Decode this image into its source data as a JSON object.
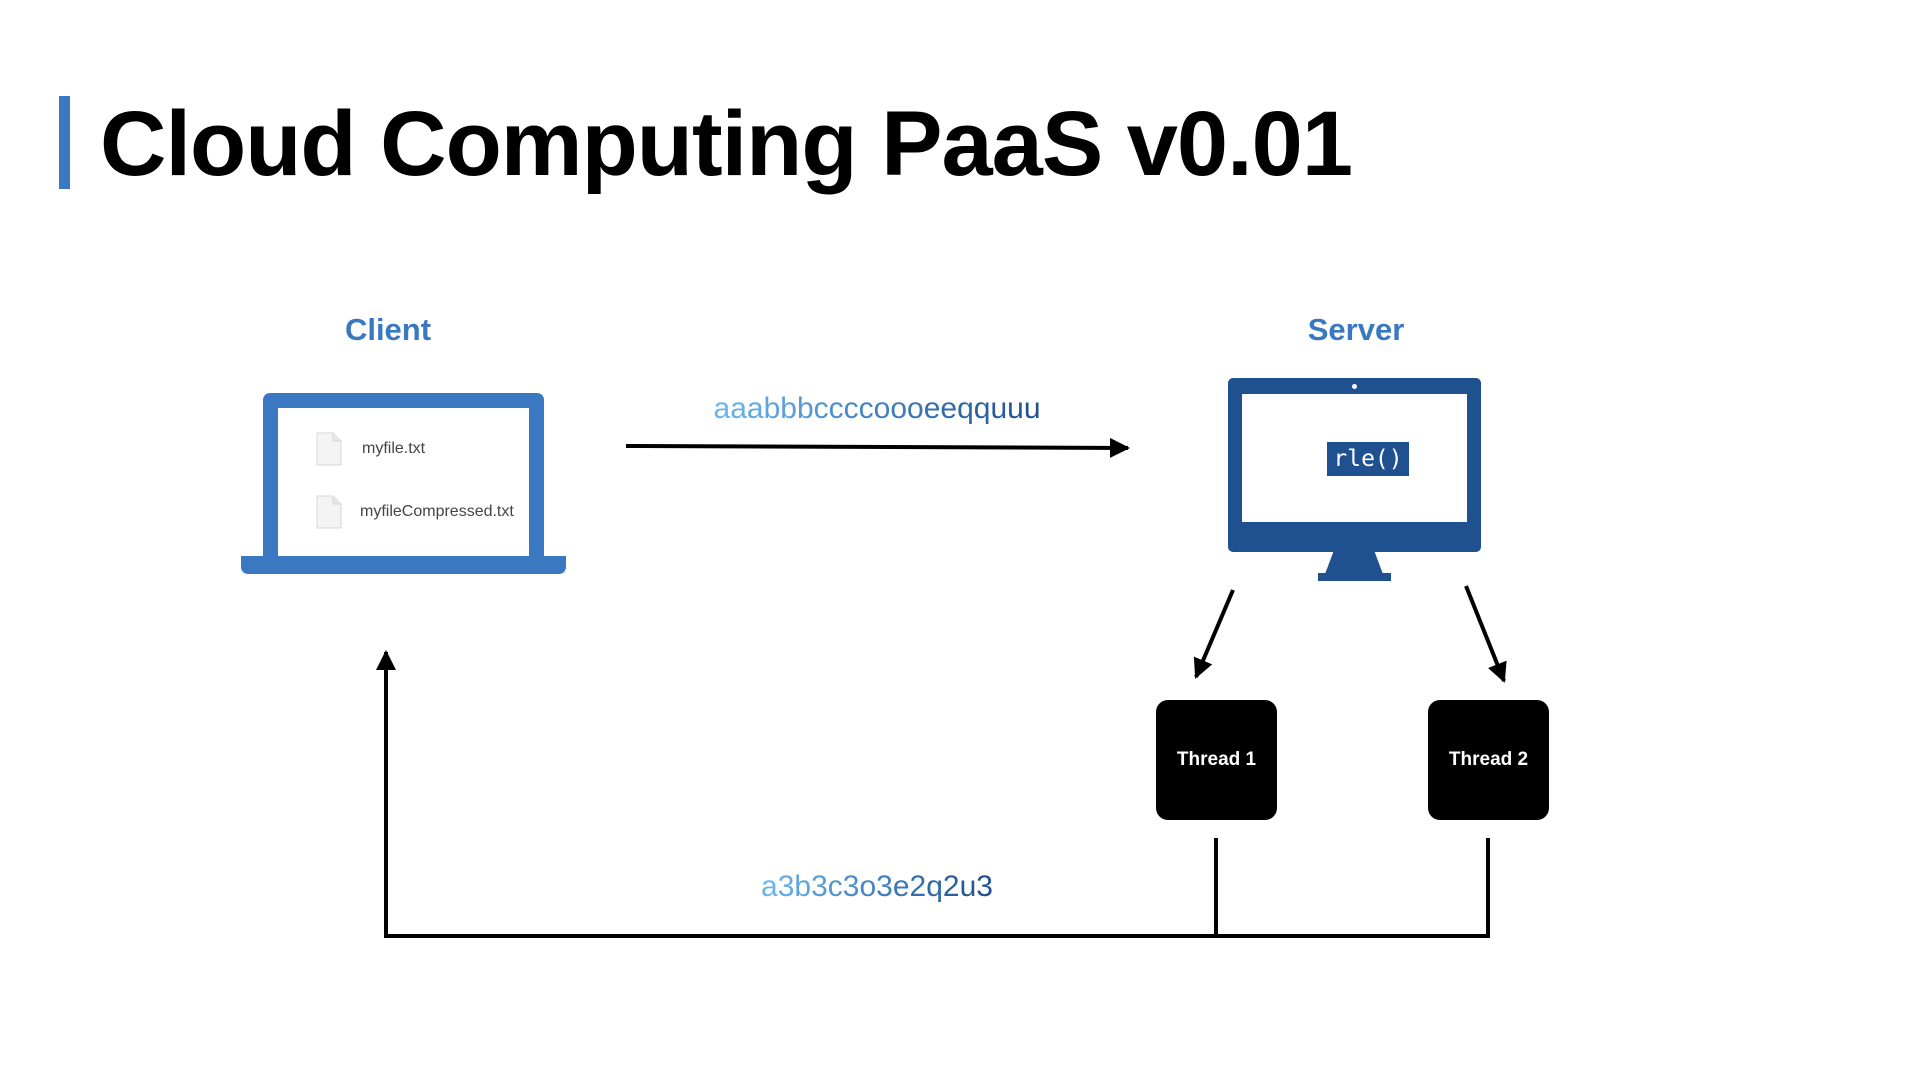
{
  "title": "Cloud Computing PaaS v0.01",
  "client": {
    "label": "Client",
    "files": [
      {
        "name": "myfile.txt"
      },
      {
        "name": "myfileCompressed.txt"
      }
    ]
  },
  "server": {
    "label": "Server",
    "function": "rle()"
  },
  "request_string": "aaabbbccccoooeeqquuu",
  "response_string": "a3b3c3o3e2q2u3",
  "threads": [
    "Thread 1",
    "Thread 2"
  ],
  "colors": {
    "accent": "#3a78c2",
    "server": "#1f5191",
    "text_gradient_start": "#6ab4ec",
    "text_gradient_end": "#1f5191",
    "arrow": "#000000"
  },
  "icons": {
    "client": "laptop-icon",
    "server": "desktop-monitor-icon",
    "file": "document-icon"
  }
}
